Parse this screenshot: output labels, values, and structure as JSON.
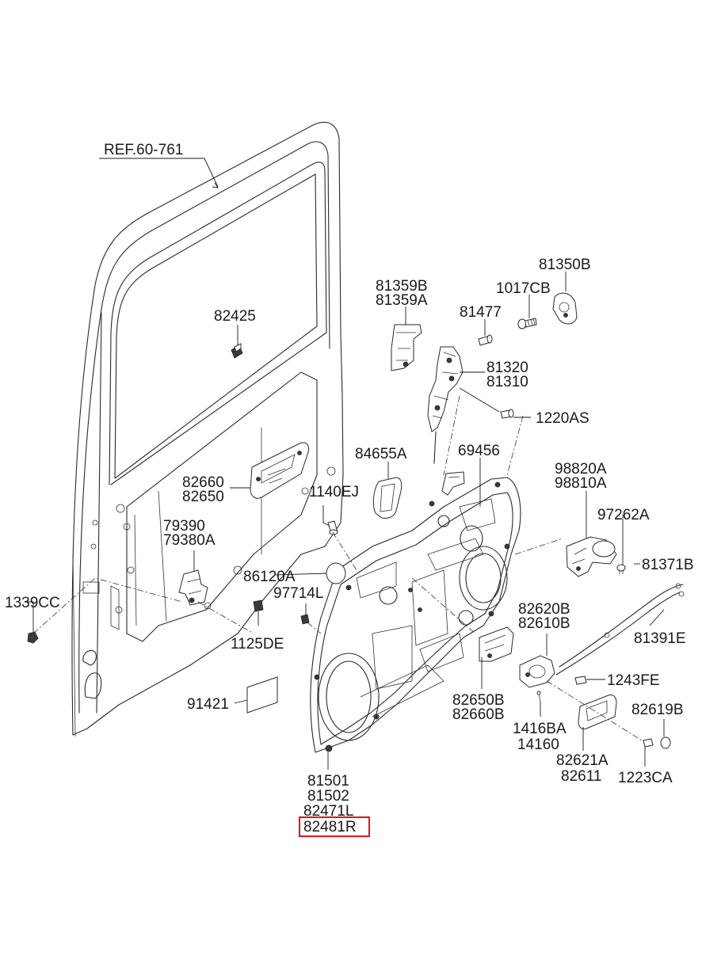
{
  "diagram": {
    "reference": "REF.60-761",
    "labels": {
      "p81350B": "81350B",
      "p81359B": "81359B",
      "p81359A": "81359A",
      "p1017CB": "1017CB",
      "p81477": "81477",
      "p82425": "82425",
      "p81320": "81320",
      "p81310": "81310",
      "p1220AS": "1220AS",
      "p84655A": "84655A",
      "p69456": "69456",
      "p98820A": "98820A",
      "p98810A": "98810A",
      "p82660": "82660",
      "p82650": "82650",
      "p1140EJ": "1140EJ",
      "p97262A": "97262A",
      "p79390": "79390",
      "p79380A": "79380A",
      "p81371B": "81371B",
      "p86120A": "86120A",
      "p97714L": "97714L",
      "p1339CC": "1339CC",
      "p82620B": "82620B",
      "p82610B": "82610B",
      "p1125DE": "1125DE",
      "p81391E": "81391E",
      "p1243FE": "1243FE",
      "p91421": "91421",
      "p82650B": "82650B",
      "p82660B": "82660B",
      "p82619B": "82619B",
      "p1416BA": "1416BA",
      "p14160": "14160",
      "p82621A": "82621A",
      "p82611": "82611",
      "p1223CA": "1223CA",
      "p81501": "81501",
      "p81502": "81502",
      "p82471L": "82471L",
      "p82481R": "82481R"
    },
    "highlighted_part": "82481R",
    "highlight_color": "#e0141e"
  }
}
